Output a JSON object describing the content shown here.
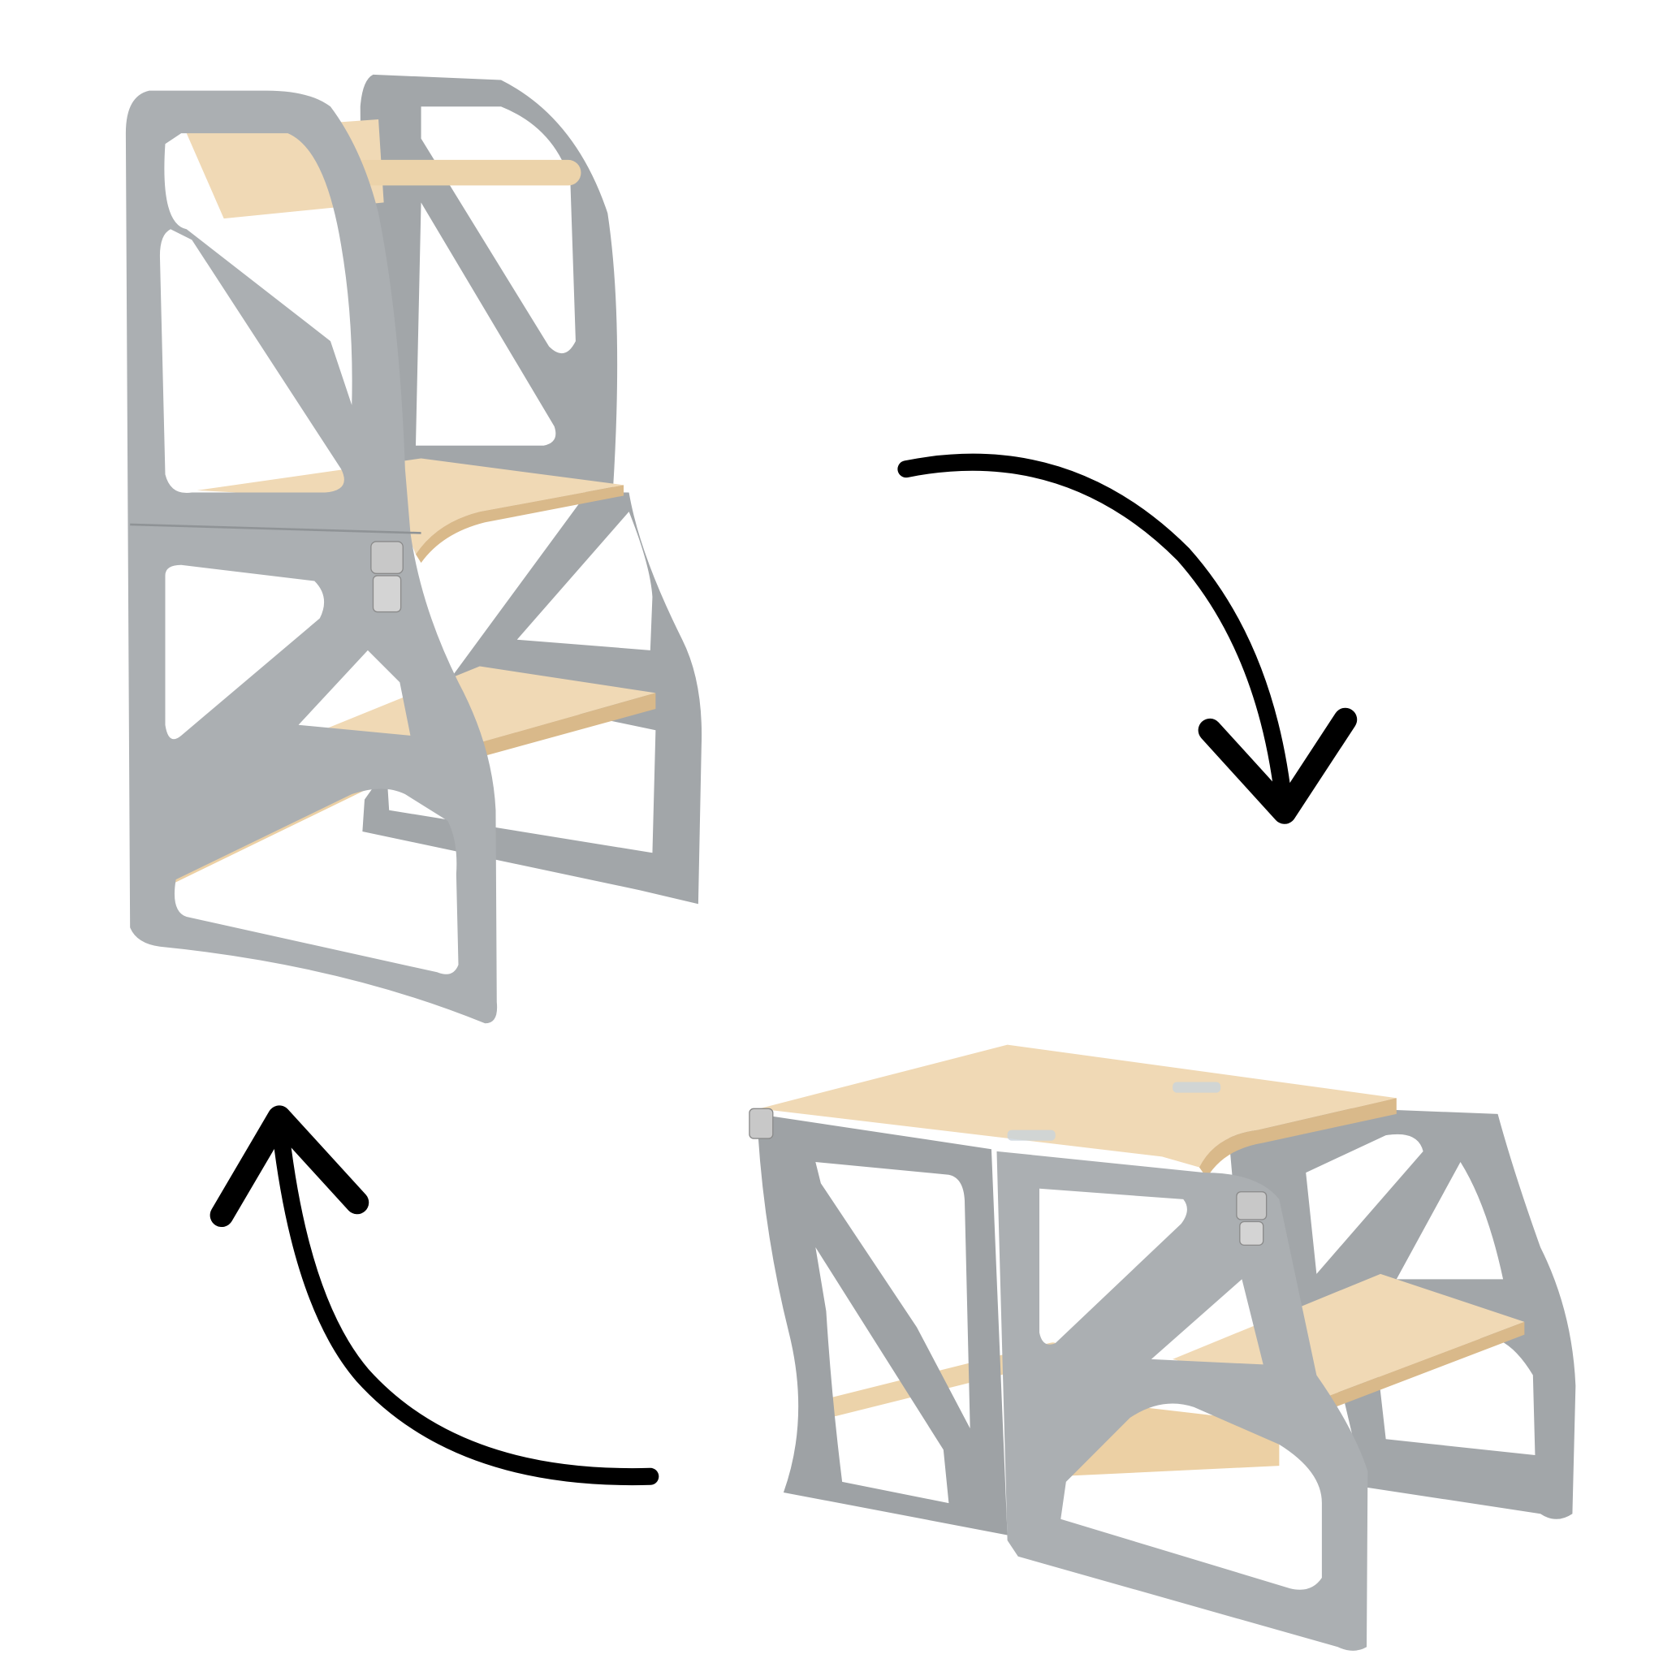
{
  "colors": {
    "background": "#ffffff",
    "frame_grey": "#a9adb0",
    "frame_grey_dark": "#8f9396",
    "wood": "#f0d9b5",
    "wood_edge": "#d9b98a",
    "arrow": "#000000",
    "latch": "#c8c8c8"
  },
  "scene": {
    "upper_left": "learning-tower",
    "lower_right": "table-and-bench",
    "arrows": [
      "arrow-clockwise-down",
      "arrow-counterclockwise-up"
    ]
  }
}
